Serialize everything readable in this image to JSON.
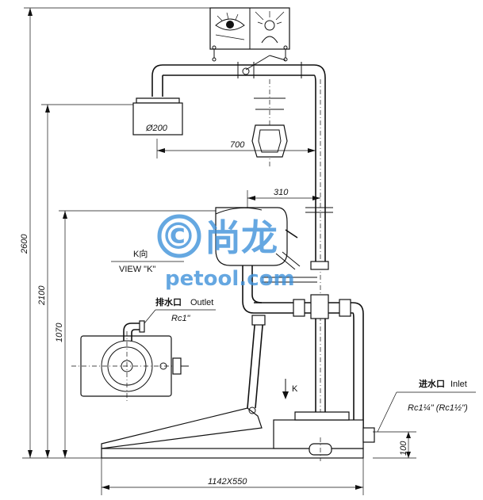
{
  "dimensions": {
    "height_total": "2600",
    "height_head": "2100",
    "height_bowl": "1070",
    "shower_diameter": "Ø200",
    "horizontal_700": "700",
    "horizontal_310": "310",
    "base_size": "1142X550",
    "base_height": "100"
  },
  "labels": {
    "view_k_cn": "K向",
    "view_k_en": "VIEW \"K\"",
    "outlet_cn": "排水口",
    "outlet_en": "Outlet",
    "outlet_size": "Rc1\"",
    "inlet_cn": "进水口",
    "inlet_en": "Inlet",
    "inlet_size": "Rc1¼\" (Rc1½\")",
    "k_arrow": "K"
  },
  "watermark": {
    "symbol": "©",
    "brand_cn": "尚龙",
    "domain": "petool.com"
  },
  "colors": {
    "line": "#111111",
    "watermark": "#3a8fd9",
    "background": "#ffffff"
  }
}
